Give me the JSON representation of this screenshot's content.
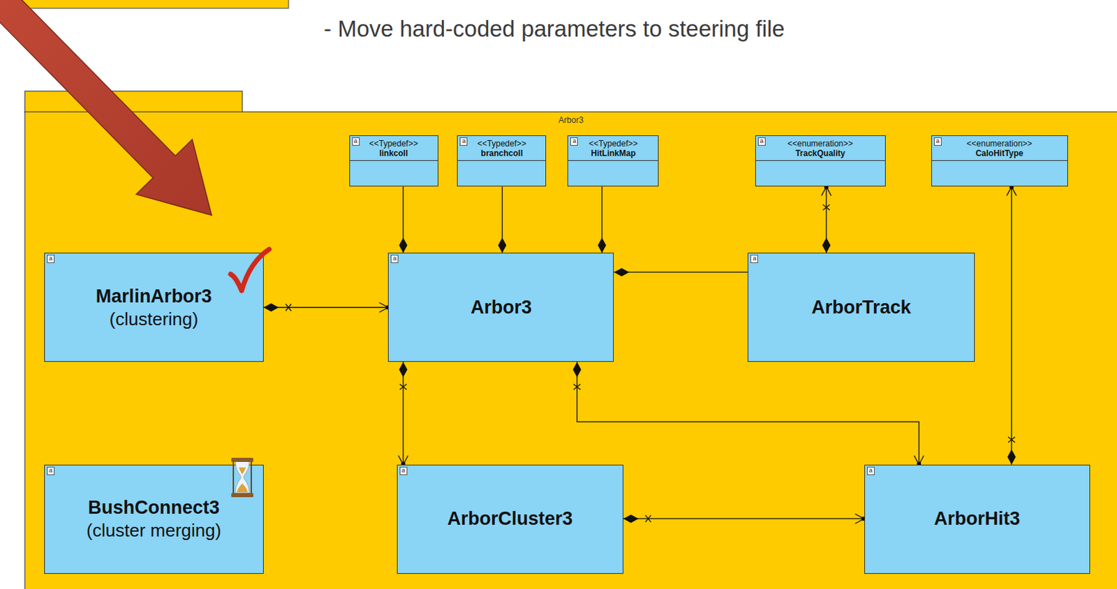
{
  "diagram": {
    "nodes": [
      {
        "text": [
          "Arbor3"
        ]
      },
      {
        "text": [
          "a",
          "<<Typedef>>",
          "linkcoll"
        ],
        "in": 0
      },
      {
        "text": [
          "a",
          "<<Typedef>>",
          "branchcoll"
        ],
        "in": 0
      },
      {
        "text": [
          "a",
          "<<Typedef>>",
          "HitLinkMap"
        ],
        "in": 0
      },
      {
        "text": [
          "a",
          "<<enumeration>>",
          "TrackQuality"
        ],
        "in": 0
      },
      {
        "text": [
          "a",
          "<<enumeration>>",
          "CaloHitType"
        ],
        "in": 0
      },
      {
        "text": [
          "a",
          "MarlinArbor3",
          "(clustering)"
        ],
        "in": 0
      },
      {
        "text": [
          "a",
          "Arbor3"
        ],
        "in": 0
      },
      {
        "text": [
          "a",
          "ArborTrack"
        ],
        "in": 0
      },
      {
        "text": [
          "a",
          "BushConnect3",
          "(cluster merging)"
        ],
        "in": 0
      },
      {
        "text": [
          "a",
          "ArborCluster3"
        ],
        "in": 0
      },
      {
        "text": [
          "a",
          "ArborHit3"
        ],
        "in": 0
      }
    ],
    "edges": [
      {
        "from": 6,
        "to": 7,
        "arrow": "both"
      },
      {
        "from": 1,
        "to": 7,
        "arrow": "to"
      },
      {
        "from": 2,
        "to": 7,
        "arrow": "to"
      },
      {
        "from": 3,
        "to": 7,
        "arrow": "to"
      },
      {
        "from": 8,
        "to": 7,
        "arrow": "to"
      },
      {
        "from": 8,
        "to": 4,
        "arrow": "both"
      },
      {
        "from": 11,
        "to": 5,
        "arrow": "both"
      },
      {
        "from": 7,
        "to": 10,
        "arrow": "both"
      },
      {
        "from": 7,
        "to": 11,
        "arrow": "both"
      },
      {
        "from": 10,
        "to": 11,
        "arrow": "both"
      }
    ],
    "labels": [
      "- Move hard-coded parameters to steering file"
    ]
  }
}
